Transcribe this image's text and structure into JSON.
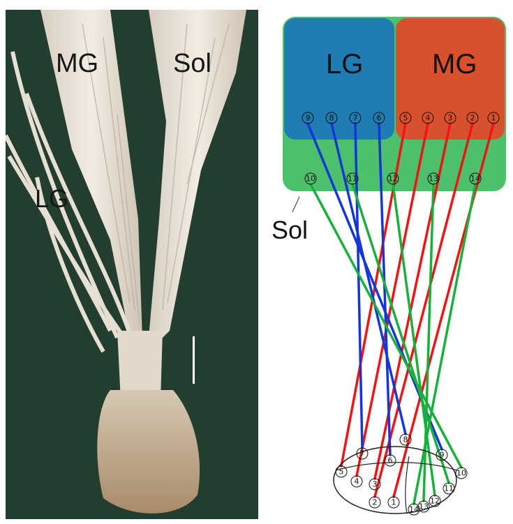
{
  "photo": {
    "labels": {
      "mg": "MG",
      "sol": "Sol",
      "lg": "LG"
    }
  },
  "diagram": {
    "labels": {
      "lg": "LG",
      "mg": "MG",
      "sol": "Sol"
    },
    "colors": {
      "lg_box": "#1f7db4",
      "mg_box": "#d9502d",
      "sol_box": "#4cc06a",
      "lg_fascicle": "#1336d8",
      "mg_fascicle": "#f01414",
      "sol_fascicle": "#18b03a"
    },
    "mg_fascicles": [
      "1",
      "2",
      "3",
      "4",
      "5"
    ],
    "lg_fascicles": [
      "6",
      "7",
      "8",
      "9"
    ],
    "sol_fascicles": [
      "10",
      "11",
      "12",
      "13",
      "14"
    ],
    "insertion_numbers": [
      "1",
      "2",
      "3",
      "4",
      "5",
      "6",
      "7",
      "8",
      "9",
      "10",
      "11",
      "12",
      "13",
      "14"
    ]
  }
}
